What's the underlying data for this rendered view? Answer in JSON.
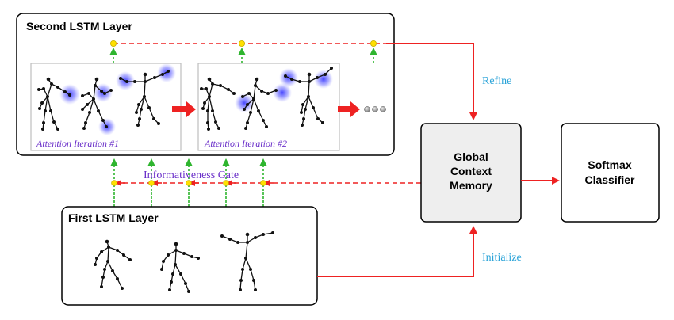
{
  "second_lstm": {
    "title": "Second LSTM Layer"
  },
  "first_lstm": {
    "title": "First LSTM Layer"
  },
  "global_context": {
    "lines": [
      "Global",
      "Context",
      "Memory"
    ]
  },
  "softmax": {
    "lines": [
      "Softmax",
      "Classifier"
    ]
  },
  "labels": {
    "refine": "Refine",
    "initialize": "Initialize",
    "gate": "Informativeness Gate",
    "iteration1": "Attention Iteration #1",
    "iteration2": "Attention Iteration #2"
  },
  "colors": {
    "flow_arrow": "#ee2222",
    "gate_arrow": "#2fb52f",
    "attention_glow": "#5050ff",
    "gate_dot": "#ffe000",
    "refine_label": "#2aa3d8",
    "iteration_label": "#6a2fc9"
  }
}
